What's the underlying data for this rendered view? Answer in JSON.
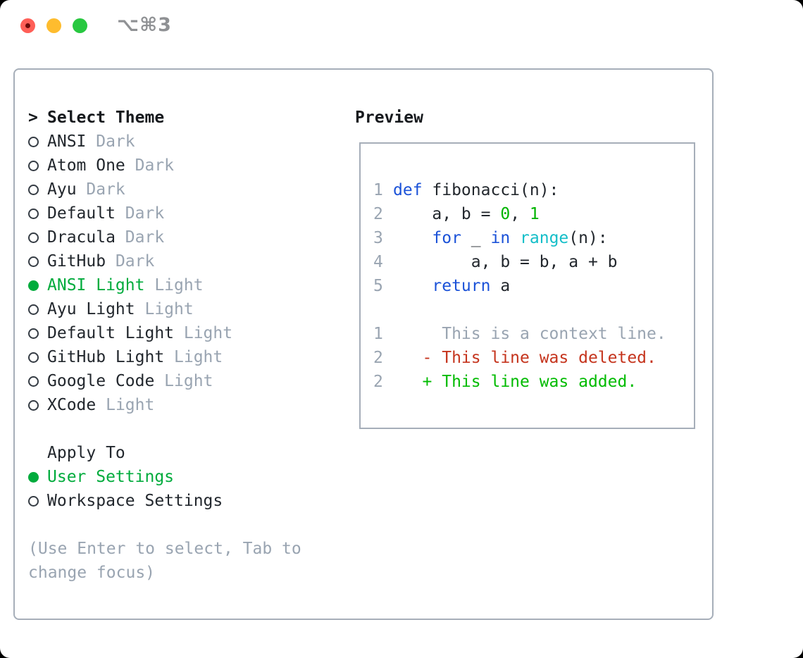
{
  "window": {
    "shortcut_label": "⌥⌘3",
    "traffic_lights": [
      {
        "name": "close",
        "color": "#ff5f57",
        "has_dot": true
      },
      {
        "name": "minimize",
        "color": "#febc2e",
        "has_dot": false
      },
      {
        "name": "zoom",
        "color": "#28c840",
        "has_dot": false
      }
    ]
  },
  "theme_panel": {
    "title": "Select Theme",
    "prompt_marker": ">",
    "themes": [
      {
        "name": "ANSI",
        "variant": "Dark",
        "selected": false
      },
      {
        "name": "Atom One",
        "variant": "Dark",
        "selected": false
      },
      {
        "name": "Ayu",
        "variant": "Dark",
        "selected": false
      },
      {
        "name": "Default",
        "variant": "Dark",
        "selected": false
      },
      {
        "name": "Dracula",
        "variant": "Dark",
        "selected": false
      },
      {
        "name": "GitHub",
        "variant": "Dark",
        "selected": false
      },
      {
        "name": "ANSI Light",
        "variant": "Light",
        "selected": true
      },
      {
        "name": "Ayu Light",
        "variant": "Light",
        "selected": false
      },
      {
        "name": "Default Light",
        "variant": "Light",
        "selected": false
      },
      {
        "name": "GitHub Light",
        "variant": "Light",
        "selected": false
      },
      {
        "name": "Google Code",
        "variant": "Light",
        "selected": false
      },
      {
        "name": "XCode",
        "variant": "Light",
        "selected": false
      }
    ],
    "apply_to": {
      "title": "Apply To",
      "options": [
        {
          "label": "User Settings",
          "selected": true
        },
        {
          "label": "Workspace Settings",
          "selected": false
        }
      ]
    },
    "hint_lines": [
      "(Use Enter to select, Tab to",
      "change focus)"
    ]
  },
  "preview": {
    "title": "Preview",
    "lines": [
      {
        "num": "1",
        "tokens": [
          [
            "def",
            "kw"
          ],
          [
            " fibonacci(n):",
            "pl"
          ]
        ]
      },
      {
        "num": "2",
        "tokens": [
          [
            "    a, b = ",
            "pl"
          ],
          [
            "0",
            "num"
          ],
          [
            ", ",
            "pl"
          ],
          [
            "1",
            "num"
          ]
        ]
      },
      {
        "num": "3",
        "tokens": [
          [
            "    ",
            "pl"
          ],
          [
            "for",
            "kw"
          ],
          [
            " _ ",
            "pl"
          ],
          [
            "in",
            "kw"
          ],
          [
            " ",
            "pl"
          ],
          [
            "range",
            "bi"
          ],
          [
            "(n):",
            "pl"
          ]
        ]
      },
      {
        "num": "4",
        "tokens": [
          [
            "        a, b = b, a + b",
            "pl"
          ]
        ]
      },
      {
        "num": "5",
        "tokens": [
          [
            "    ",
            "pl"
          ],
          [
            "return",
            "kw"
          ],
          [
            " a",
            "pl"
          ]
        ]
      },
      {
        "num": "",
        "tokens": []
      },
      {
        "num": "1",
        "tokens": [
          [
            "     This is a context line.",
            "ctx"
          ]
        ]
      },
      {
        "num": "2",
        "tokens": [
          [
            "   - This line was deleted.",
            "del"
          ]
        ]
      },
      {
        "num": "2",
        "tokens": [
          [
            "   + This line was added.",
            "add"
          ]
        ]
      }
    ]
  },
  "colors": {
    "selection_green": "#00ab3c",
    "keyword_blue": "#1b52d8",
    "builtin_cyan": "#14bec8",
    "number_green": "#00b400",
    "deleted_red": "#c5341d",
    "added_green": "#00bb00",
    "muted_gray": "#99a4b1",
    "text_dark": "#22272d",
    "border_gray": "#a6aeb9",
    "traffic_red": "#ff5f57",
    "traffic_yellow": "#febc2e",
    "traffic_green": "#28c840"
  }
}
